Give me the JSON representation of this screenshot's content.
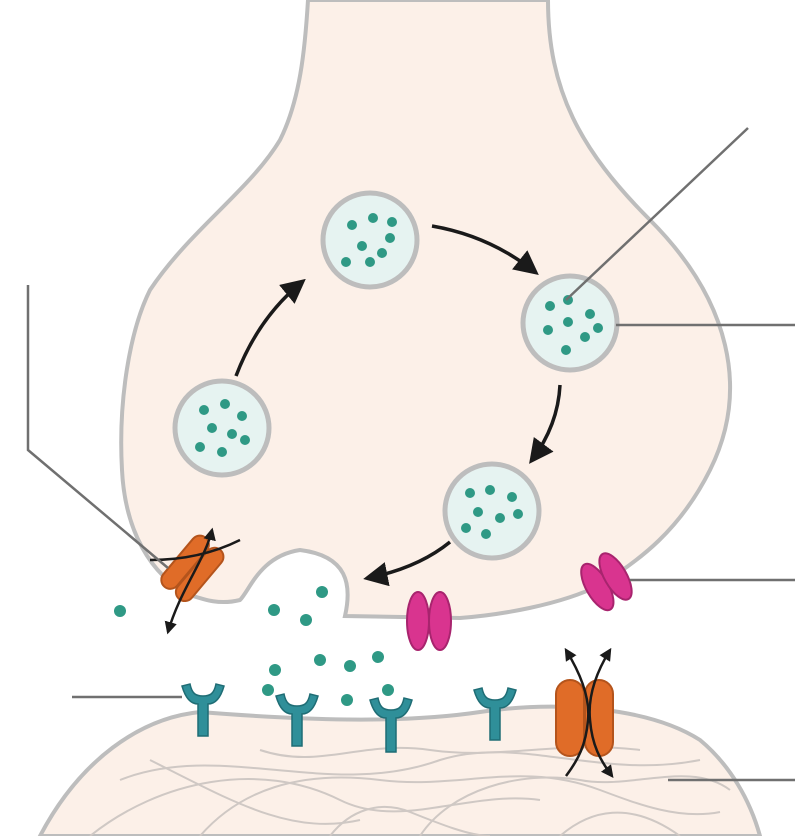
{
  "diagram": {
    "structures": [
      "presynaptic-terminal",
      "synaptic-vesicle",
      "neurotransmitter",
      "synaptic-cleft",
      "reuptake-transporter",
      "calcium-channel",
      "postsynaptic-receptor",
      "postsynaptic-ion-channel",
      "postsynaptic-density"
    ],
    "labels": []
  },
  "colors": {
    "background": "#ffffff",
    "neuron_fill": "#fcf0e8",
    "membrane": "#bdbdbd",
    "vesicle_fill": "#e6f3f1",
    "dot": "#2f9985",
    "arrow": "#1a1a1a",
    "leader_line": "#707070",
    "transporter": "#e06c28",
    "calcium_channel": "#d9348f",
    "receptor": "#2f8f99",
    "fiber": "#cfc8c4"
  }
}
